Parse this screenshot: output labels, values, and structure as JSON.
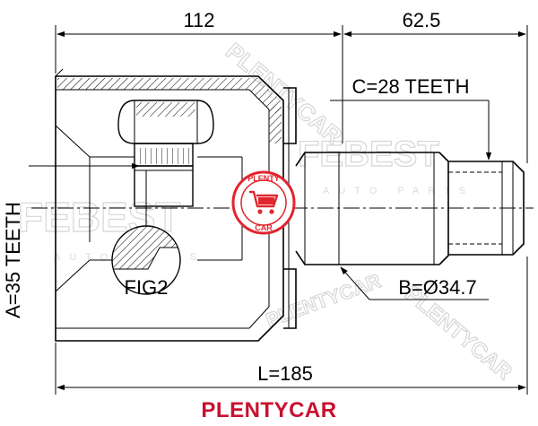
{
  "dimensions": {
    "housing_length": "112",
    "shaft_length": "62.5",
    "outer_teeth": "C=28 TEETH",
    "inner_teeth": "A=35 TEETH",
    "shaft_diameter": "B=Ø34.7",
    "overall_length": "L=185",
    "detail_label": "FIG2"
  },
  "watermarks": {
    "brand": "FEBEST",
    "subtitle": "AUTO PARTS",
    "stamp_top": "PLENTY",
    "stamp_bottom": "CAR",
    "diagonal": "PLENTYCAR"
  },
  "footer": {
    "brand": "PLENTYCAR"
  },
  "colors": {
    "line": "#000000",
    "watermark": "#d6d6d6",
    "stamp": "#e0262d",
    "brand": "#c8102e"
  }
}
